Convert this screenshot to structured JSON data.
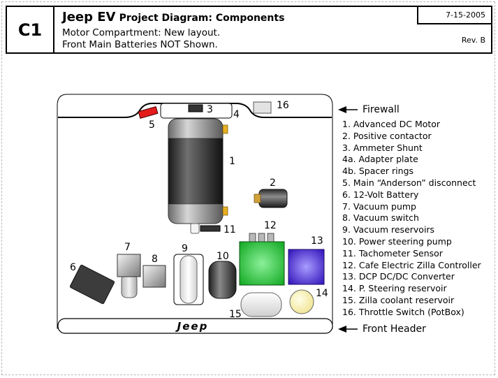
{
  "header": {
    "sheet_id": "C1",
    "title_main": "Jeep EV",
    "title_sub": "Project Diagram: Components",
    "subtitle_1": "Motor Compartment: New layout.",
    "subtitle_2": "Front Main Batteries NOT Shown.",
    "date": "7-15-2005",
    "revision": "Rev. B"
  },
  "diagram": {
    "firewall_label": "Firewall",
    "front_header_label": "Front Header",
    "grille_logo": "Jeep",
    "component_numbers": {
      "motor": "1",
      "positive_contactor": "2",
      "ammeter_shunt": "3",
      "adapter_plate": "4",
      "anderson_disconnect": "5",
      "battery_12v": "6",
      "vacuum_pump": "7",
      "vacuum_switch": "8",
      "vacuum_reservoirs": "9",
      "power_steering_pump": "10",
      "tachometer_sensor": "11",
      "zilla_controller": "12",
      "dcdc_converter": "13",
      "steering_reservoir": "14",
      "coolant_reservoir": "15",
      "throttle_switch": "16"
    }
  },
  "legend": [
    "1. Advanced DC Motor",
    "2. Positive contactor",
    "3. Ammeter Shunt",
    "4a. Adapter plate",
    "4b. Spacer rings",
    "5. Main “Anderson” disconnect",
    "6. 12-Volt Battery",
    "7. Vacuum pump",
    "8. Vacuum switch",
    "9. Vacuum reservoirs",
    "10. Power steering pump",
    "11. Tachometer Sensor",
    "12. Cafe Electric Zilla Controller",
    "13. DCP DC/DC Converter",
    "14. P. Steering reservoir",
    "15. Zilla coolant reservoir",
    "16. Throttle Switch (PotBox)"
  ]
}
